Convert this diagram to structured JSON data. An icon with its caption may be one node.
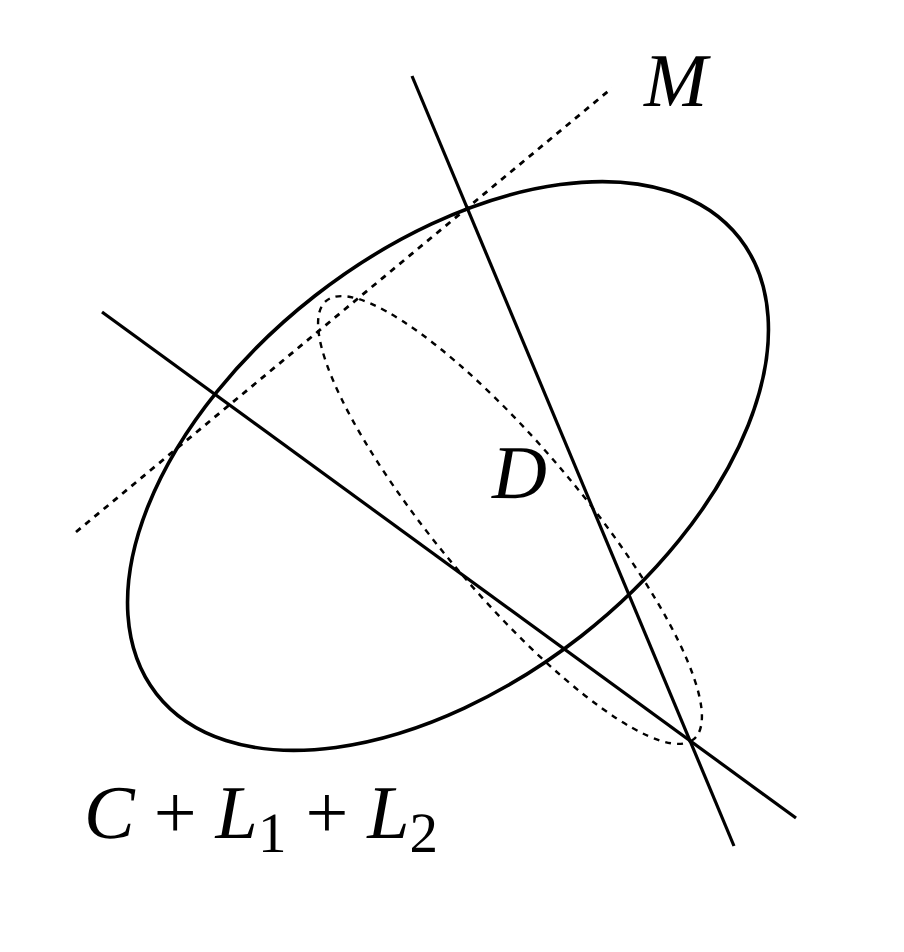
{
  "diagram": {
    "labels": [
      "*M*",
      "*D*",
      "*C* + *L*$_{1}$ + *L*$_{2}$"
    ]
  }
}
